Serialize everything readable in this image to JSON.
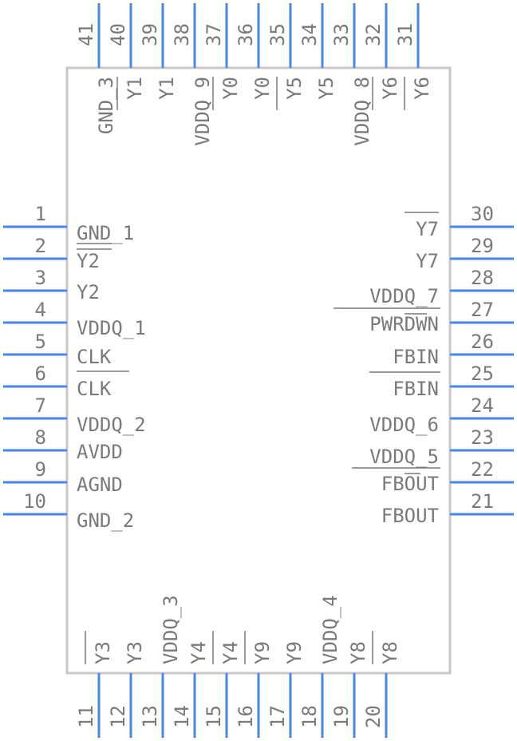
{
  "pins": {
    "left": [
      {
        "num": "1",
        "label": "GND_1"
      },
      {
        "num": "2",
        "label": "Y2"
      },
      {
        "num": "3",
        "label": "Y2"
      },
      {
        "num": "4",
        "label": "VDDQ_1"
      },
      {
        "num": "5",
        "label": "CLK"
      },
      {
        "num": "6",
        "label": "CLK"
      },
      {
        "num": "7",
        "label": "VDDQ_2"
      },
      {
        "num": "8",
        "label": "AVDD"
      },
      {
        "num": "9",
        "label": "AGND"
      },
      {
        "num": "10",
        "label": "GND_2"
      }
    ],
    "right": [
      {
        "num": "30",
        "label": "Y7"
      },
      {
        "num": "29",
        "label": "Y7"
      },
      {
        "num": "28",
        "label": "VDDQ_7"
      },
      {
        "num": "27",
        "label": "PWRDWN"
      },
      {
        "num": "26",
        "label": "FBIN"
      },
      {
        "num": "25",
        "label": "FBIN"
      },
      {
        "num": "24",
        "label": "VDDQ_6"
      },
      {
        "num": "23",
        "label": "VDDQ_5"
      },
      {
        "num": "22",
        "label": "FBOUT"
      },
      {
        "num": "21",
        "label": "FBOUT"
      }
    ],
    "top": [
      {
        "num": "41",
        "label": ""
      },
      {
        "num": "40",
        "label": "GND_3"
      },
      {
        "num": "39",
        "label": "Y1"
      },
      {
        "num": "38",
        "label": "Y1"
      },
      {
        "num": "37",
        "label": "VDDQ_9"
      },
      {
        "num": "36",
        "label": "Y0"
      },
      {
        "num": "35",
        "label": "Y0"
      },
      {
        "num": "34",
        "label": "Y5"
      },
      {
        "num": "33",
        "label": "Y5"
      },
      {
        "num": "32",
        "label": "VDDQ_8"
      },
      {
        "num": "31",
        "label": "Y6"
      }
    ],
    "top_extra": {
      "label": "Y6"
    },
    "bottom": [
      {
        "num": "11",
        "label": "Y3"
      },
      {
        "num": "12",
        "label": "Y3"
      },
      {
        "num": "13",
        "label": "VDDQ_3"
      },
      {
        "num": "14",
        "label": "Y4"
      },
      {
        "num": "15",
        "label": "Y4"
      },
      {
        "num": "16",
        "label": "Y9"
      },
      {
        "num": "17",
        "label": "Y9"
      },
      {
        "num": "18",
        "label": "VDDQ_4"
      },
      {
        "num": "19",
        "label": "Y8"
      },
      {
        "num": "20",
        "label": "Y8"
      }
    ]
  }
}
